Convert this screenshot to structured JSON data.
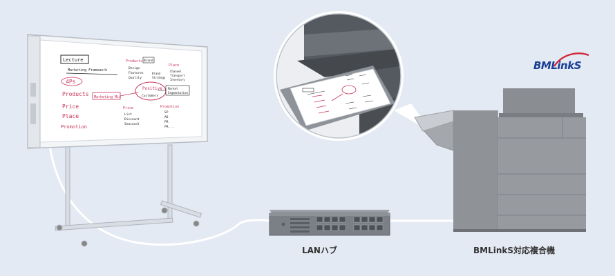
{
  "labels": {
    "lan_hub": "LANハブ",
    "mfp": "BMLinkS対応複合機"
  },
  "logo": {
    "text": "BMLinkS",
    "color": "#1b3f94",
    "accent": "#d0283b"
  },
  "whiteboard": {
    "title": "Lecture",
    "subtitle": "Marketing Framework",
    "left_list": [
      "4Ps",
      "Products",
      "Price",
      "Place",
      "Promotion"
    ],
    "mix_box": "Marketing Mix",
    "center": "Positive",
    "customers": "Customers",
    "products_head": "Products",
    "products_items": [
      "Design",
      "Features",
      "Quality"
    ],
    "brand_box": "Brand",
    "brand_items": [
      "Brand",
      "Strategy"
    ],
    "place_head": "Place",
    "place_items": [
      "Channel",
      "Transport",
      "Inventory"
    ],
    "market_box": [
      "Market",
      "Segmentation"
    ],
    "price_head": "Price",
    "price_items": [
      "List",
      "Discount",
      "Seasonal"
    ],
    "promo_head": "Promotion",
    "promo_items": [
      "SP",
      "AD",
      "PR",
      "PR..."
    ]
  },
  "colors": {
    "background": "#e4eaf3",
    "ink_red": "#c8335a",
    "ink_dark": "#222222",
    "device_gray": "#8a8a8a"
  }
}
